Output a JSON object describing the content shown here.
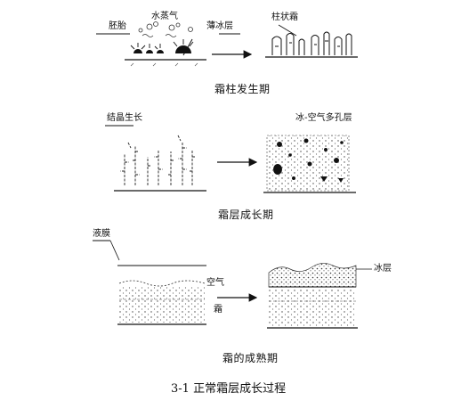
{
  "stage1": {
    "labels": {
      "embryo": "胚胎",
      "vapor": "水蒸气",
      "thin_ice": "薄冰层",
      "columnar_frost": "柱状霜"
    },
    "title": "霜柱发生期"
  },
  "stage2": {
    "labels": {
      "crystal_growth": "结晶生长",
      "porous_layer": "冰-空气多孔层"
    },
    "title": "霜层成长期"
  },
  "stage3": {
    "labels": {
      "liquid_film": "液膜",
      "air": "空气",
      "frost": "霜",
      "ice_layer": "冰层"
    },
    "title": "霜的成熟期"
  },
  "caption": "3-1  正常霜层成长过程"
}
